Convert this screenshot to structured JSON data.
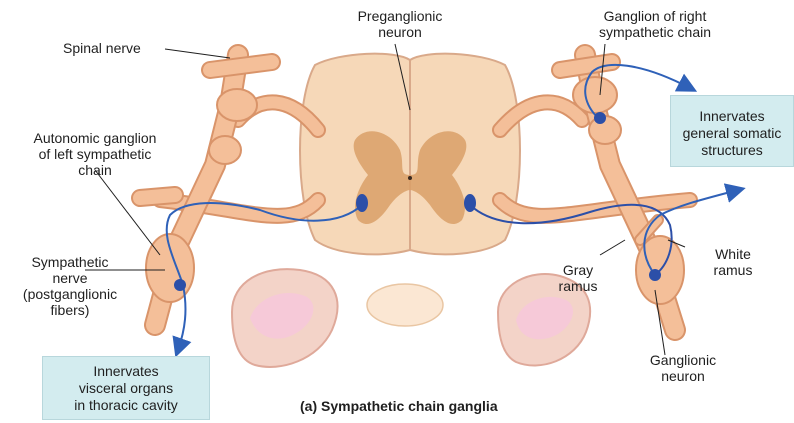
{
  "labels": {
    "spinal_nerve": "Spinal nerve",
    "preganglionic_neuron": "Preganglionic\nneuron",
    "ganglion_right_chain": "Ganglion of right\nsympathetic chain",
    "autonomic_ganglion_left": "Autonomic ganglion\nof left sympathetic\nchain",
    "sympathetic_nerve": "Sympathetic\nnerve\n(postganglionic\nfibers)",
    "gray_ramus": "Gray\nramus",
    "white_ramus": "White\nramus",
    "ganglionic_neuron": "Ganglionic\nneuron"
  },
  "boxes": {
    "somatic": "Innervates\ngeneral somatic\nstructures",
    "visceral": "Innervates\nvisceral organs\nin thoracic cavity"
  },
  "caption": "(a) Sympathetic chain ganglia",
  "colors": {
    "nerve_fill": "#f4bf99",
    "nerve_outline": "#d9946a",
    "cord_fill": "#f6d8b8",
    "gray_matter": "#d9a067",
    "neuron_blue": "#2c4fa8",
    "arrow_blue": "#2f61b8",
    "box_fill": "#d3ecef",
    "organ_pink": "#f0c1c9"
  }
}
